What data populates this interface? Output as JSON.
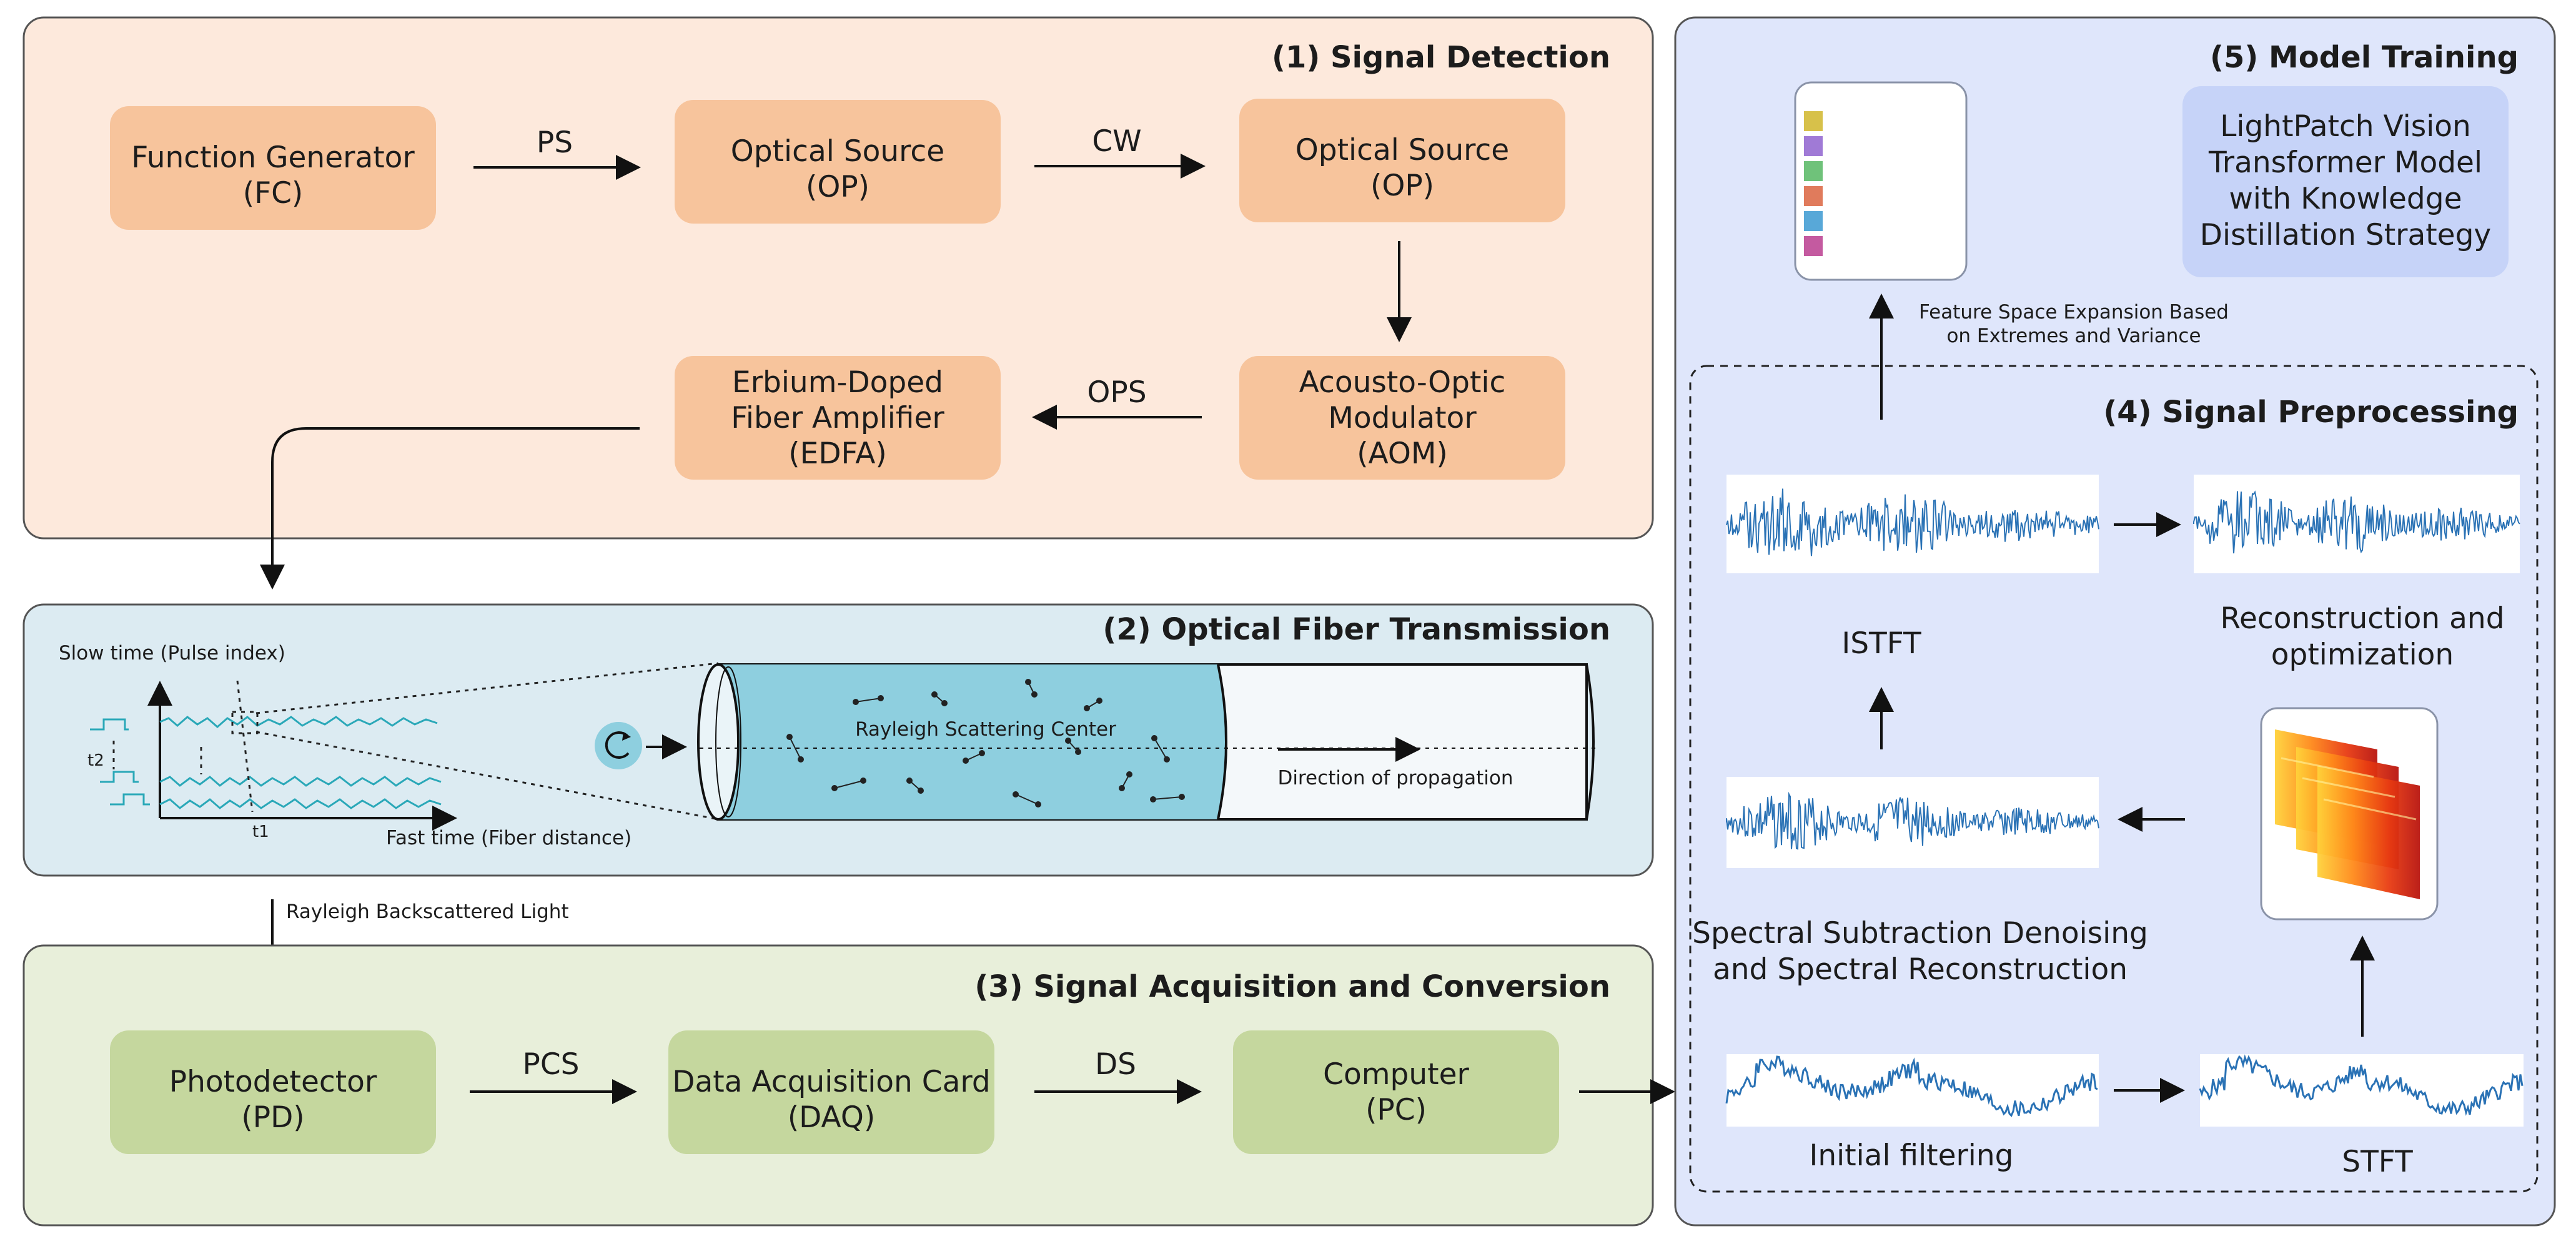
{
  "panels": {
    "p1": {
      "title": "(1)  Signal Detection"
    },
    "p2": {
      "title": "(2)  Optical Fiber Transmission"
    },
    "p3": {
      "title": "(3)  Signal Acquisition and Conversion"
    },
    "p4": {
      "title": "(4)  Signal Preprocessing"
    },
    "p5": {
      "title": "(5)  Model Training"
    }
  },
  "detection": {
    "function_generator": [
      "Function Generator",
      "(FC)"
    ],
    "optical_source_1": [
      "Optical Source",
      "(OP)"
    ],
    "optical_source_2": [
      "Optical Source",
      "(OP)"
    ],
    "aom": [
      "Acousto-Optic",
      "Modulator",
      "(AOM)"
    ],
    "edfa": [
      "Erbium-Doped",
      "Fiber Amplifier",
      "(EDFA)"
    ],
    "arrow_ps": "PS",
    "arrow_cw": "CW",
    "arrow_ops": "OPS"
  },
  "transmission": {
    "slow_time": "Slow time (Pulse index)",
    "fast_time": "Fast time (Fiber distance)",
    "t1": "t1",
    "t2": "t2",
    "rayleigh_center": "Rayleigh Scattering Center",
    "direction": "Direction of propagation",
    "backscatter": "Rayleigh Backscattered Light"
  },
  "acquisition": {
    "photodetector": [
      "Photodetector",
      "(PD)"
    ],
    "daq": [
      "Data Acquisition Card",
      "(DAQ)"
    ],
    "computer": [
      "Computer",
      "(PC)"
    ],
    "arrow_pcs": "PCS",
    "arrow_ds": "DS"
  },
  "preprocessing": {
    "initial_filtering": "Initial filtering",
    "stft": "STFT",
    "spectral_sub": [
      "Spectral Subtraction Denoising",
      "and Spectral Reconstruction"
    ],
    "istft": "ISTFT",
    "reconstruction": [
      "Reconstruction and",
      "optimization"
    ]
  },
  "training": {
    "feature_expansion": [
      "Feature Space Expansion Based",
      "on Extremes and Variance"
    ],
    "model": [
      "LightPatch Vision",
      "Transformer Model",
      "with Knowledge",
      "Distillation Strategy"
    ]
  },
  "colors": {
    "p1_bg": "#fde9dc",
    "p1_box": "#f7c49c",
    "p2_bg": "#dcebf2",
    "fiber": "#8ecfdf",
    "p3_bg": "#e8efda",
    "p3_box": "#c5d79e",
    "p45_bg": "#dfe6fb",
    "model_box": "#c6d3f8",
    "wave": "#2a72b5",
    "teal": "#2aa8b8"
  }
}
